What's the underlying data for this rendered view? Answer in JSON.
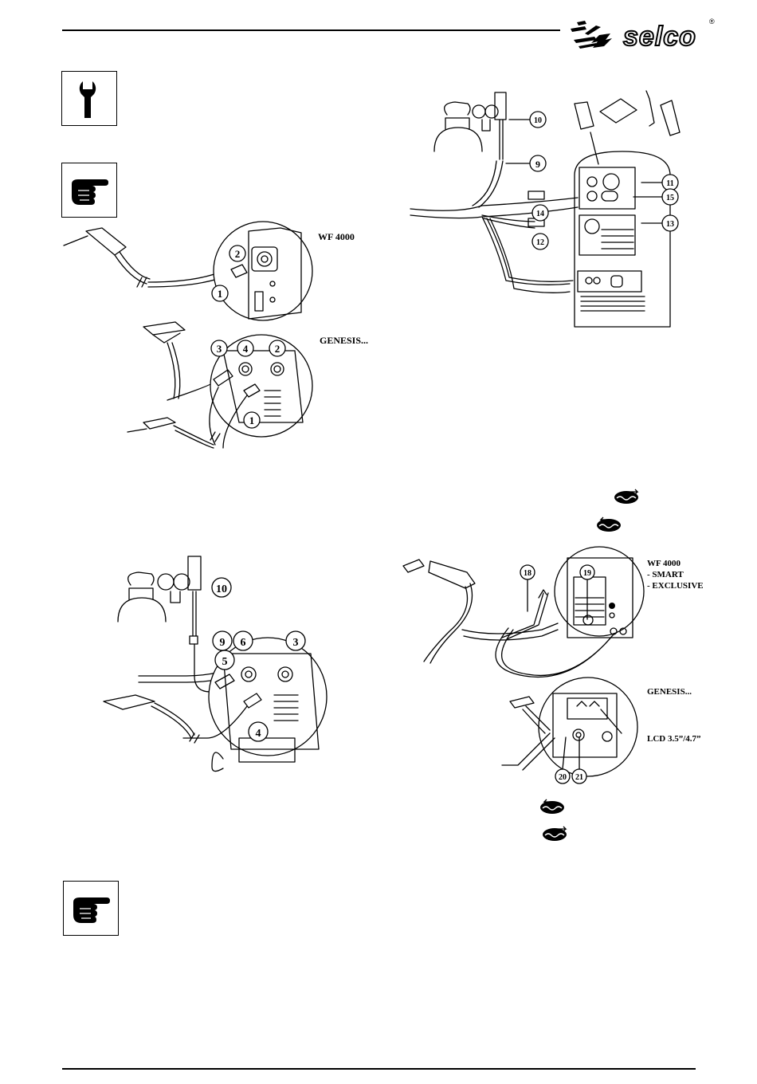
{
  "header": {
    "brand": "selco",
    "registered": "®"
  },
  "tool_icons": [
    "wrench-icon",
    "pointing-hand-icon",
    "pointing-hand-icon"
  ],
  "figure1": {
    "label_top": "WF 4000",
    "label_bottom": "GENESIS...",
    "callouts": [
      "1",
      "2",
      "3",
      "4",
      "2",
      "1"
    ]
  },
  "figure2": {
    "callouts": [
      "10",
      "9",
      "11",
      "15",
      "14",
      "13",
      "12"
    ]
  },
  "figure3": {
    "callouts": [
      "10",
      "9",
      "6",
      "3",
      "5",
      "4"
    ]
  },
  "figure4": {
    "label_wf": "WF 4000",
    "label_smart": "- SMART",
    "label_exclusive": "- EXCLUSIVE",
    "label_genesis": "GENESIS...",
    "label_lcd": "LCD 3.5”/4.7”",
    "callouts": [
      "18",
      "19",
      "20",
      "21"
    ]
  },
  "symbols": [
    "water-cooling-out-icon",
    "water-cooling-in-icon",
    "water-cooling-in-icon",
    "water-cooling-out-icon"
  ]
}
